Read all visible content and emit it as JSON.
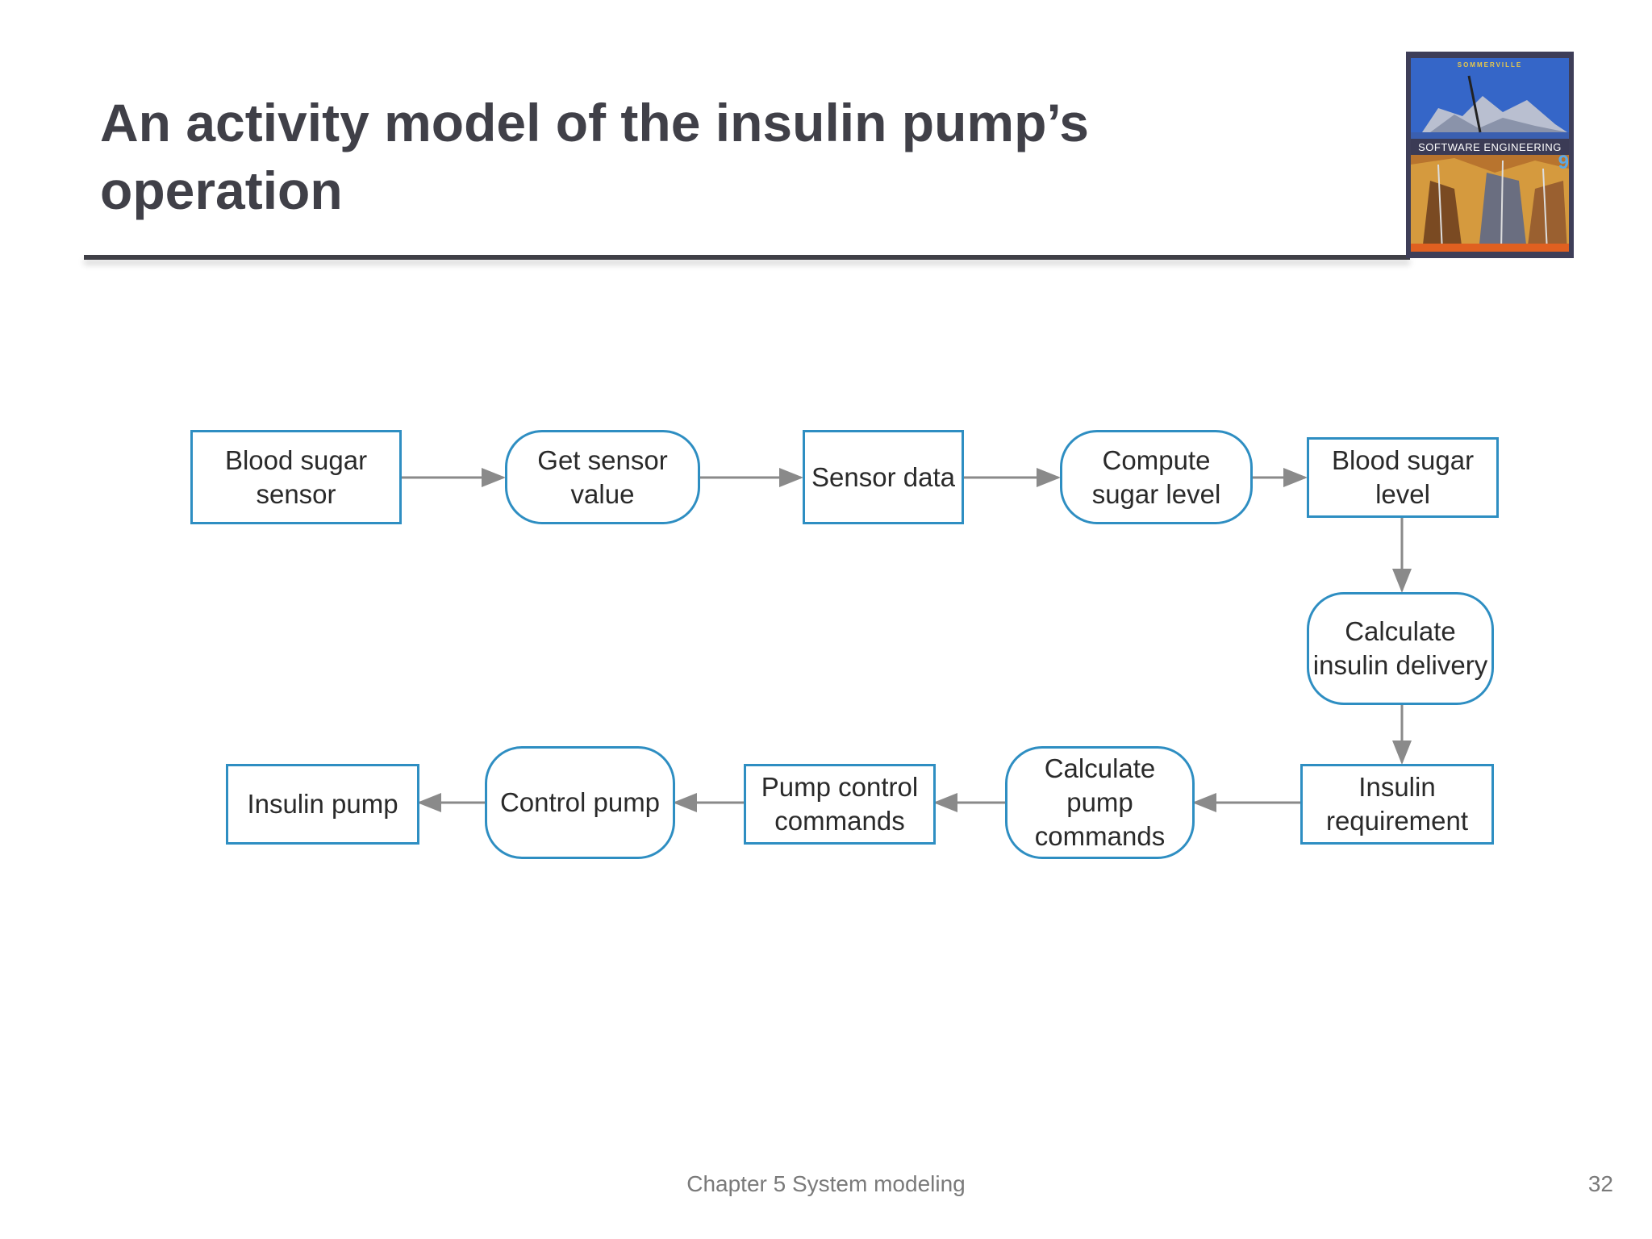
{
  "slide": {
    "title_line1": "An activity model of the insulin pump’s",
    "title_line2": "operation",
    "footer_text": "Chapter 5 System modeling",
    "page_number": "32"
  },
  "cover": {
    "author": "SOMMERVILLE",
    "title": "SOFTWARE ENGINEERING",
    "edition": "9"
  },
  "diagram": {
    "nodes": [
      {
        "id": "blood-sugar-sensor",
        "label": "Blood sugar sensor",
        "kind": "object"
      },
      {
        "id": "get-sensor-value",
        "label": "Get sensor value",
        "kind": "activity"
      },
      {
        "id": "sensor-data",
        "label": "Sensor data",
        "kind": "object"
      },
      {
        "id": "compute-sugar-level",
        "label": "Compute sugar level",
        "kind": "activity"
      },
      {
        "id": "blood-sugar-level",
        "label": "Blood sugar level",
        "kind": "object"
      },
      {
        "id": "calculate-insulin-delivery",
        "label": "Calculate insulin delivery",
        "kind": "activity"
      },
      {
        "id": "insulin-requirement",
        "label": "Insulin requirement",
        "kind": "object"
      },
      {
        "id": "calculate-pump-commands",
        "label": "Calculate pump commands",
        "kind": "activity"
      },
      {
        "id": "pump-control-commands",
        "label": "Pump control commands",
        "kind": "object"
      },
      {
        "id": "control-pump",
        "label": "Control pump",
        "kind": "activity"
      },
      {
        "id": "insulin-pump",
        "label": "Insulin pump",
        "kind": "object"
      }
    ],
    "edges": [
      {
        "from": "blood-sugar-sensor",
        "to": "get-sensor-value"
      },
      {
        "from": "get-sensor-value",
        "to": "sensor-data"
      },
      {
        "from": "sensor-data",
        "to": "compute-sugar-level"
      },
      {
        "from": "compute-sugar-level",
        "to": "blood-sugar-level"
      },
      {
        "from": "blood-sugar-level",
        "to": "calculate-insulin-delivery"
      },
      {
        "from": "calculate-insulin-delivery",
        "to": "insulin-requirement"
      },
      {
        "from": "insulin-requirement",
        "to": "calculate-pump-commands"
      },
      {
        "from": "calculate-pump-commands",
        "to": "pump-control-commands"
      },
      {
        "from": "pump-control-commands",
        "to": "control-pump"
      },
      {
        "from": "control-pump",
        "to": "insulin-pump"
      }
    ]
  },
  "colors": {
    "node_border": "#2e8ec2",
    "arrow": "#8a8a8a",
    "title_text": "#404048"
  }
}
